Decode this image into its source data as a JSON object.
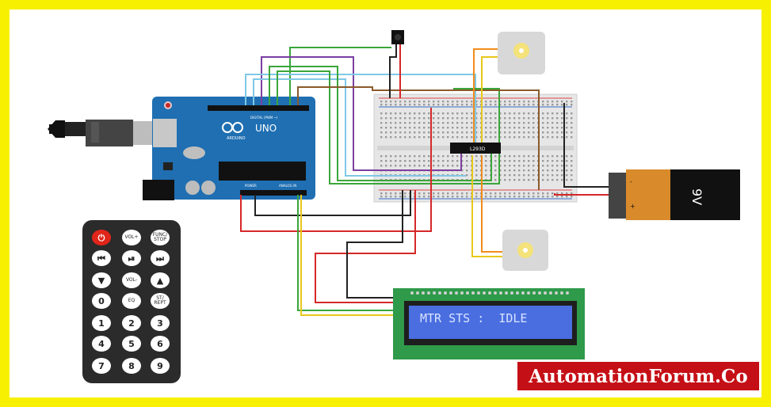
{
  "arduino": {
    "model": "UNO",
    "brand": "ARDUINO",
    "digital_header": "DIGITAL (PWM ~)",
    "power_header": "POWER",
    "analog_header": "ANALOG IN"
  },
  "motor_driver": {
    "label": "L293D"
  },
  "battery": {
    "label": "9V",
    "plus": "+",
    "minus": "-"
  },
  "lcd": {
    "line1": "MTR STS :  IDLE"
  },
  "remote": {
    "buttons": [
      {
        "id": "power",
        "label": "⏻",
        "style": "power"
      },
      {
        "id": "vol-up",
        "label": "VOL+",
        "style": "small"
      },
      {
        "id": "func-stop",
        "label": "FUNC/ STOP",
        "style": "small"
      },
      {
        "id": "prev",
        "label": "⏮",
        "style": "normal"
      },
      {
        "id": "play-pause",
        "label": "⏯",
        "style": "normal"
      },
      {
        "id": "next",
        "label": "⏭",
        "style": "normal"
      },
      {
        "id": "down",
        "label": "▼",
        "style": "normal"
      },
      {
        "id": "vol-down",
        "label": "VOL-",
        "style": "small"
      },
      {
        "id": "up",
        "label": "▲",
        "style": "normal"
      },
      {
        "id": "zero",
        "label": "0",
        "style": "normal"
      },
      {
        "id": "eq",
        "label": "EQ",
        "style": "small"
      },
      {
        "id": "st-rept",
        "label": "ST/ REPT",
        "style": "small"
      },
      {
        "id": "one",
        "label": "1",
        "style": "normal"
      },
      {
        "id": "two",
        "label": "2",
        "style": "normal"
      },
      {
        "id": "three",
        "label": "3",
        "style": "normal"
      },
      {
        "id": "four",
        "label": "4",
        "style": "normal"
      },
      {
        "id": "five",
        "label": "5",
        "style": "normal"
      },
      {
        "id": "six",
        "label": "6",
        "style": "normal"
      },
      {
        "id": "seven",
        "label": "7",
        "style": "normal"
      },
      {
        "id": "eight",
        "label": "8",
        "style": "normal"
      },
      {
        "id": "nine",
        "label": "9",
        "style": "normal"
      }
    ]
  },
  "watermark": "AutomationForum.Co",
  "colors": {
    "frame": "#f7f000",
    "arduino_board": "#1f6fb2",
    "breadboard": "#e6e6e6",
    "lcd_pcb": "#2e9a4a",
    "lcd_screen": "#4a6ee0",
    "battery_body": "#d98a2b",
    "watermark_bg": "#c50f16",
    "wire_red": "#d62828",
    "wire_black": "#222222",
    "wire_green": "#3aa63a",
    "wire_purple": "#7b3fa0",
    "wire_lightblue": "#7fc8e6",
    "wire_orange": "#f28c1a",
    "wire_yellow": "#e8c81a",
    "wire_brown": "#8b5a2b"
  }
}
